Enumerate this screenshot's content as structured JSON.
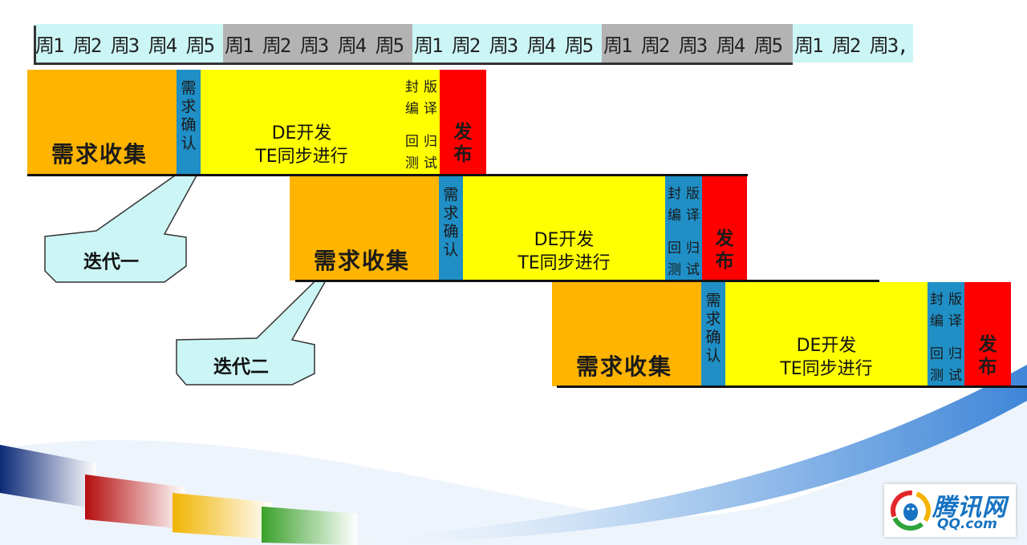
{
  "week_strip": {
    "segments": [
      {
        "text": "周1 周2 周3 周4 周5",
        "shade": "light"
      },
      {
        "text": "周1 周2 周3 周4 周5",
        "shade": "grey"
      },
      {
        "text": "周1 周2 周3 周4 周5",
        "shade": "light"
      },
      {
        "text": "周1 周2 周3 周4 周5",
        "shade": "grey"
      },
      {
        "text": "周1 周2 周3,",
        "shade": "light"
      }
    ]
  },
  "phases": {
    "collect": "需求收集",
    "confirm": [
      "需",
      "求",
      "确",
      "认"
    ],
    "dev": [
      "DE开发",
      "TE同步进行"
    ],
    "seal": [
      "封",
      "版",
      "编",
      "译",
      "回",
      "归",
      "测",
      "试"
    ],
    "release": [
      "发",
      "布"
    ]
  },
  "iterations": [
    {
      "label": "迭代一"
    },
    {
      "label": "迭代二"
    },
    {
      "label": ""
    }
  ],
  "logo": {
    "name": "腾讯网",
    "domain": "QQ.com"
  },
  "colors": {
    "collect": "#ffb400",
    "confirm": "#1f8fc6",
    "dev": "#ffff00",
    "release": "#ff0000",
    "callout_fill": "#ccf5f5",
    "week_light": "#ccf5f5",
    "week_grey": "#b3b3b3"
  }
}
